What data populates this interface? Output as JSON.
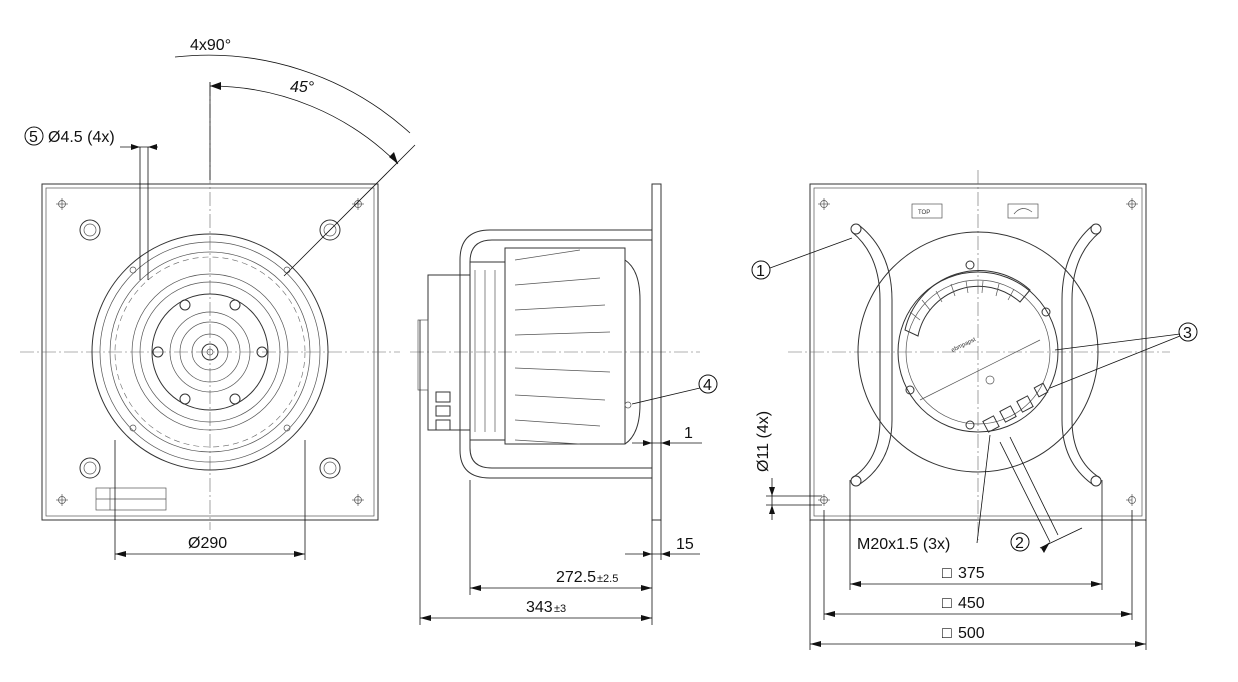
{
  "front_view": {
    "angle_pattern": "4x90°",
    "angle_offset": "45°",
    "hole_balloon": "5",
    "hole_spec": "Ø4.5 (4x)",
    "inlet_diameter": "Ø290"
  },
  "side_view": {
    "balloon_4": "4",
    "gap_dim": "1",
    "flange_thickness": "15",
    "depth_impeller": "272.5",
    "depth_impeller_tol": "±2.5",
    "depth_total": "343",
    "depth_total_tol": "±3"
  },
  "rear_view": {
    "balloon_1": "1",
    "balloon_2": "2",
    "balloon_3": "3",
    "mount_hole": "Ø11 (4x)",
    "cable_gland": "M20x1.5 (3x)",
    "size_375": "375",
    "size_450": "450",
    "size_500": "500",
    "square_symbol": "□",
    "top_label": "TOP",
    "brand_mark": "ebmpapst"
  }
}
